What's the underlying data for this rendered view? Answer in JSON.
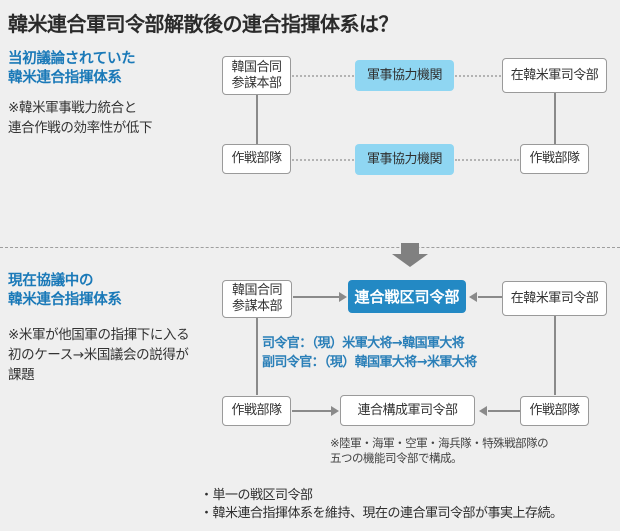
{
  "title": "韓米連合軍司令部解散後の連合指揮体系は？",
  "colors": {
    "background": "#efefef",
    "accent_blue": "#1a79b8",
    "light_blue_box": "#8fd6f2",
    "dark_blue_box": "#2389c4",
    "line_gray": "#8a8a8a"
  },
  "section_past": {
    "heading": "当初議論されていた\n韓米連合指揮体系",
    "note": "※韓米軍事戦力統合と\n連合作戦の効率性が低下",
    "boxes": {
      "top_left": "韓国合同\n参謀本部",
      "top_center": "軍事協力機関",
      "top_right": "在韓米軍司令部",
      "bottom_left": "作戦部隊",
      "bottom_center": "軍事協力機関",
      "bottom_right": "作戦部隊"
    }
  },
  "section_current": {
    "heading": "現在協議中の\n韓米連合指揮体系",
    "note": "※米軍が他国軍の指揮下に入る\n初のケース→米国議会の説得が\n課題",
    "boxes": {
      "top_left": "韓国合同\n参謀本部",
      "top_center": "連合戦区司令部",
      "top_right": "在韓米軍司令部",
      "bottom_left": "作戦部隊",
      "bottom_center": "連合構成軍司令部",
      "bottom_right": "作戦部隊"
    },
    "command_lines": "司令官：（現）米軍大将→韓国軍大将\n副司令官：（現）韓国軍大将→米軍大将",
    "footnote": "※陸軍・海軍・空軍・海兵隊・特殊戦部隊の\n五つの機能司令部で構成。"
  },
  "summary": "・単一の戦区司令部\n・韓米連合指揮体系を維持、現在の連合軍司令部が事実上存続。"
}
